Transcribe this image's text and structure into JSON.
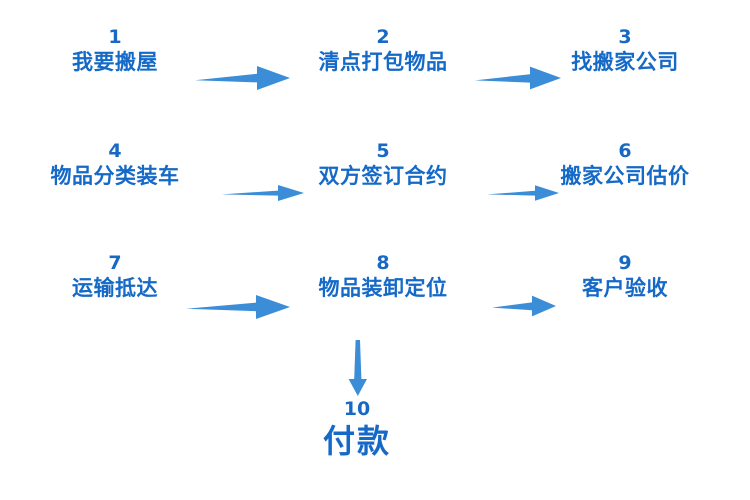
{
  "diagram": {
    "title_text_visible": false,
    "background_color": "#ffffff",
    "text_color": "#1569c7",
    "number_color": "#1769c4",
    "arrow_color": "#3b8dd8",
    "arrow_color_dark": "#2f85d4"
  },
  "steps": [
    {
      "number": "1",
      "label": "我要搬屋"
    },
    {
      "number": "2",
      "label": "清点打包物品"
    },
    {
      "number": "3",
      "label": "找搬家公司"
    },
    {
      "number": "4",
      "label": "物品分类装车"
    },
    {
      "number": "5",
      "label": "双方签订合约"
    },
    {
      "number": "6",
      "label": "搬家公司估价"
    },
    {
      "number": "7",
      "label": "运输抵达"
    },
    {
      "number": "8",
      "label": "物品装卸定位"
    },
    {
      "number": "9",
      "label": "客户验收"
    },
    {
      "number": "10",
      "label": "付款"
    }
  ],
  "connectors": [
    {
      "name": "arrow-step1-to-step2",
      "direction": "right"
    },
    {
      "name": "arrow-step2-to-step3",
      "direction": "right"
    },
    {
      "name": "arrow-step4-to-step5",
      "direction": "right"
    },
    {
      "name": "arrow-step5-to-step6",
      "direction": "right"
    },
    {
      "name": "arrow-step7-to-step8",
      "direction": "right"
    },
    {
      "name": "arrow-step8-to-step9",
      "direction": "right"
    },
    {
      "name": "arrow-step8-to-step10",
      "direction": "down"
    }
  ]
}
